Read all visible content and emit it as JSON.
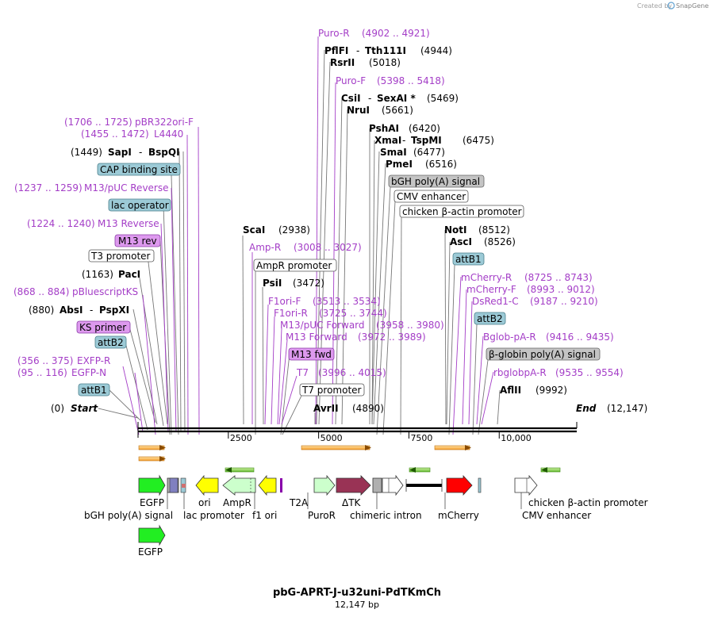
{
  "credit": "Created by",
  "brand": "SnapGene",
  "plasmid": {
    "name": "pbG-APRT-J-u32uni-PdTKmCh",
    "size": "12,147 bp",
    "length": 12147
  },
  "ticks": [
    {
      "pos": 2500,
      "label": "2500"
    },
    {
      "pos": 5000,
      "label": "5000"
    },
    {
      "pos": 7500,
      "label": "7500"
    },
    {
      "pos": 10000,
      "label": "10,000"
    }
  ],
  "ends": {
    "start": {
      "name": "Start",
      "pos": "(0)"
    },
    "end": {
      "name": "End",
      "pos": "(12,147)"
    }
  },
  "left_labels": [
    {
      "name": "pBR322ori-F",
      "range": "(1706 .. 1725)",
      "kind": "primer"
    },
    {
      "name": "L4440",
      "range": "(1455 .. 1472)",
      "kind": "primer"
    },
    {
      "name": "SapI",
      "name2": "BspQI",
      "range": "(1449)",
      "kind": "enzyme"
    },
    {
      "name": "CAP binding site",
      "kind": "box-blue"
    },
    {
      "name": "M13/pUC Reverse",
      "range": "(1237 .. 1259)",
      "kind": "primer"
    },
    {
      "name": "lac operator",
      "kind": "box-blue"
    },
    {
      "name": "M13 Reverse",
      "range": "(1224 .. 1240)",
      "kind": "primer"
    },
    {
      "name": "M13 rev",
      "kind": "box-purple"
    },
    {
      "name": "T3 promoter",
      "kind": "box-white"
    },
    {
      "name": "PacI",
      "range": "(1163)",
      "kind": "enzyme"
    },
    {
      "name": "pBluescriptKS",
      "range": "(868 .. 884)",
      "kind": "primer"
    },
    {
      "name": "AbsI",
      "name2": "PspXI",
      "range": "(880)",
      "kind": "enzyme"
    },
    {
      "name": "KS primer",
      "kind": "box-purple"
    },
    {
      "name": "attB2",
      "kind": "box-blue"
    },
    {
      "name": "EXFP-R",
      "range": "(356 .. 375)",
      "kind": "primer"
    },
    {
      "name": "EGFP-N",
      "range": "(95 .. 116)",
      "kind": "primer"
    },
    {
      "name": "attB1",
      "kind": "box-blue"
    }
  ],
  "middle_labels": [
    {
      "name": "Puro-R",
      "range": "(4902 .. 4921)",
      "kind": "primer"
    },
    {
      "name": "PflFI",
      "name2": "Tth111I",
      "range": "(4944)",
      "kind": "enzyme"
    },
    {
      "name": "RsrII",
      "range": "(5018)",
      "kind": "enzyme"
    },
    {
      "name": "Puro-F",
      "range": "(5398 .. 5418)",
      "kind": "primer"
    },
    {
      "name": "CsiI",
      "name2": "SexAI *",
      "range": "(5469)",
      "kind": "enzyme"
    },
    {
      "name": "NruI",
      "range": "(5661)",
      "kind": "enzyme"
    },
    {
      "name": "ScaI",
      "range": "(2938)",
      "kind": "enzyme"
    },
    {
      "name": "Amp-R",
      "range": "(3008 .. 3027)",
      "kind": "primer"
    },
    {
      "name": "AmpR promoter",
      "kind": "box-white"
    },
    {
      "name": "PsiI",
      "range": "(3472)",
      "kind": "enzyme"
    },
    {
      "name": "F1ori-F",
      "range": "(3513 .. 3534)",
      "kind": "primer"
    },
    {
      "name": "F1ori-R",
      "range": "(3725 .. 3744)",
      "kind": "primer"
    },
    {
      "name": "M13/pUC Forward",
      "range": "(3958 .. 3980)",
      "kind": "primer"
    },
    {
      "name": "M13 Forward",
      "range": "(3972 .. 3989)",
      "kind": "primer"
    },
    {
      "name": "M13 fwd",
      "kind": "box-purple"
    },
    {
      "name": "T7",
      "range": "(3996 .. 4015)",
      "kind": "primer"
    },
    {
      "name": "T7 promoter",
      "kind": "box-white"
    },
    {
      "name": "AvrII",
      "range": "(4890)",
      "kind": "enzyme"
    }
  ],
  "right_labels": [
    {
      "name": "PshAI",
      "range": "(6420)",
      "kind": "enzyme"
    },
    {
      "name": "XmaI",
      "name2": "TspMI",
      "range": "(6475)",
      "kind": "enzyme"
    },
    {
      "name": "SmaI",
      "range": "(6477)",
      "kind": "enzyme"
    },
    {
      "name": "PmeI",
      "range": "(6516)",
      "kind": "enzyme"
    },
    {
      "name": "bGH poly(A) signal",
      "kind": "box-gray"
    },
    {
      "name": "CMV enhancer",
      "kind": "box-white"
    },
    {
      "name": "chicken β-actin promoter",
      "kind": "box-white"
    },
    {
      "name": "NotI",
      "range": "(8512)",
      "kind": "enzyme"
    },
    {
      "name": "AscI",
      "range": "(8526)",
      "kind": "enzyme"
    },
    {
      "name": "attB1",
      "kind": "box-blue"
    },
    {
      "name": "mCherry-R",
      "range": "(8725 .. 8743)",
      "kind": "primer"
    },
    {
      "name": "mCherry-F",
      "range": "(8993 .. 9012)",
      "kind": "primer"
    },
    {
      "name": "DsRed1-C",
      "range": "(9187 .. 9210)",
      "kind": "primer"
    },
    {
      "name": "attB2",
      "kind": "box-blue"
    },
    {
      "name": "Bglob-pA-R",
      "range": "(9416 .. 9435)",
      "kind": "primer"
    },
    {
      "name": "β-globin poly(A) signal",
      "kind": "box-gray"
    },
    {
      "name": "rbglobpA-R",
      "range": "(9535 .. 9554)",
      "kind": "primer"
    },
    {
      "name": "AflII",
      "range": "(9992)",
      "kind": "enzyme"
    }
  ],
  "features": [
    {
      "name": "EGFP",
      "color": "#22ee22"
    },
    {
      "name": "bGH poly(A) signal",
      "color": "#b0b0b0"
    },
    {
      "name": "ori",
      "color": "#ffff00"
    },
    {
      "name": "lac promoter",
      "color": "#ffffff"
    },
    {
      "name": "AmpR",
      "color": "#ccffcc"
    },
    {
      "name": "f1 ori",
      "color": "#ffff00"
    },
    {
      "name": "T2A",
      "color": "#8800aa"
    },
    {
      "name": "PuroR",
      "color": "#ccffcc"
    },
    {
      "name": "ΔTK",
      "color": "#993355"
    },
    {
      "name": "chimeric intron",
      "color": "#ffffff"
    },
    {
      "name": "mCherry",
      "color": "#ff0000"
    },
    {
      "name": "chicken β-actin promoter",
      "color": "#ffffff"
    },
    {
      "name": "CMV enhancer",
      "color": "#ffffff"
    },
    {
      "name": "EGFP",
      "color": "#22ee22"
    }
  ],
  "colors": {
    "primer": "#a43ec7",
    "box_blue": "#9ccad6",
    "box_purple": "#dd99ee",
    "box_gray": "#c4c4c4",
    "orf_orange": "#f5a030",
    "orf_green": "#66bb33"
  }
}
